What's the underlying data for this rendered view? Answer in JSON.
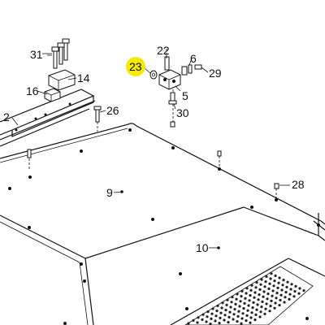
{
  "diagram": {
    "callouts": [
      {
        "id": "c2",
        "text": "2"
      },
      {
        "id": "c5",
        "text": "5"
      },
      {
        "id": "c6",
        "text": "6"
      },
      {
        "id": "c9",
        "text": "9"
      },
      {
        "id": "c10",
        "text": "10"
      },
      {
        "id": "c14",
        "text": "14"
      },
      {
        "id": "c16",
        "text": "16"
      },
      {
        "id": "c22",
        "text": "22"
      },
      {
        "id": "c23",
        "text": "23"
      },
      {
        "id": "c26",
        "text": "26"
      },
      {
        "id": "c28",
        "text": "28"
      },
      {
        "id": "c29",
        "text": "29"
      },
      {
        "id": "c30",
        "text": "30"
      },
      {
        "id": "c31",
        "text": "31"
      }
    ],
    "highlighted_callout": "23",
    "highlight_color": "#f5e90a"
  }
}
